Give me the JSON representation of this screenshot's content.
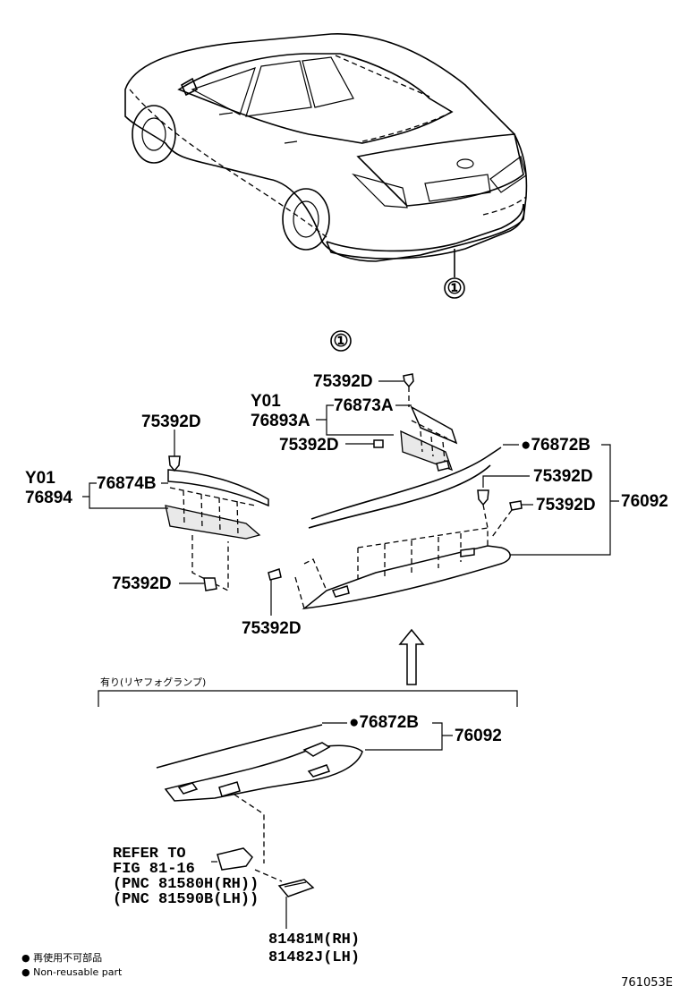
{
  "labels": {
    "callout_top": "①",
    "callout_mid": "①",
    "p75392d_a": "75392D",
    "p75392d_b": "75392D",
    "p75392d_c": "75392D",
    "p75392d_d": "75392D",
    "p75392d_e": "75392D",
    "p75392d_f": "75392D",
    "p75392d_g": "75392D",
    "y01_right": "Y01",
    "p76893a": "76893A",
    "p76873a": "76873A",
    "y01_left": "Y01",
    "p76894": "76894",
    "p76874b": "76874B",
    "p76872b_top": "●76872B",
    "p76092_top": "76092",
    "fog_option": "有り(リヤフォグランプ)",
    "p76872b_bottom": "●76872B",
    "p76092_bottom": "76092",
    "refer_1": "REFER TO",
    "refer_2": "FIG 81-16",
    "refer_3": "(PNC 81580H(RH))",
    "refer_4": "(PNC 81590B(LH))",
    "p81481m": "81481M(RH)",
    "p81482j": "81482J(LH)",
    "legend_jp": "● 再使用不可部品",
    "legend_en": "● Non-reusable part",
    "fig_number": "761053E"
  }
}
